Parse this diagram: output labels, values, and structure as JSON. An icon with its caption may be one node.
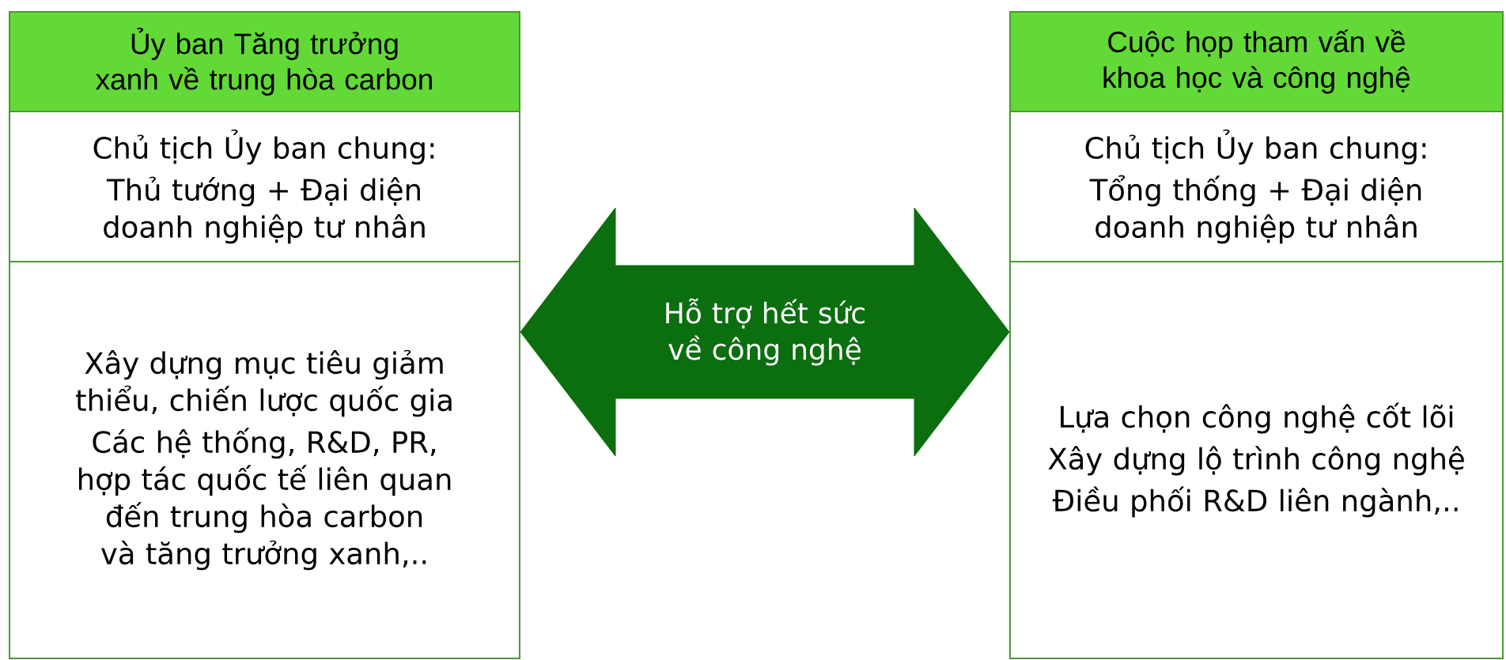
{
  "diagram": {
    "nodes": [
      {
        "text": [
          "Ủy ban Tăng trưởng xanh về trung hòa carbon"
        ]
      },
      {
        "text": [
          "Chủ tịch Ủy ban chung:",
          "Thủ tướng + Đại diện doanh nghiệp tư nhân"
        ]
      },
      {
        "text": [
          "Xây dựng mục tiêu giảm thiểu, chiến lược quốc gia",
          "Các hệ thống, R&D, PR, hợp tác quốc tế liên quan đến trung hòa carbon và tăng trưởng xanh,.."
        ]
      },
      {
        "text": [
          "Cuộc họp tham vấn về khoa học và công nghệ"
        ]
      },
      {
        "text": [
          "Chủ tịch Ủy ban chung:",
          "Tổng thống + Đại diện doanh nghiệp tư nhân"
        ]
      },
      {
        "text": [
          "Lựa chọn công nghệ cốt lõi",
          "Xây dựng lộ trình công nghệ",
          "Điều phối R&D liên ngành,.."
        ]
      }
    ],
    "edges": [
      {
        "from": 2,
        "to": 5,
        "arrow": "both",
        "label": "Hỗ trợ hết sức về công nghệ"
      }
    ]
  }
}
